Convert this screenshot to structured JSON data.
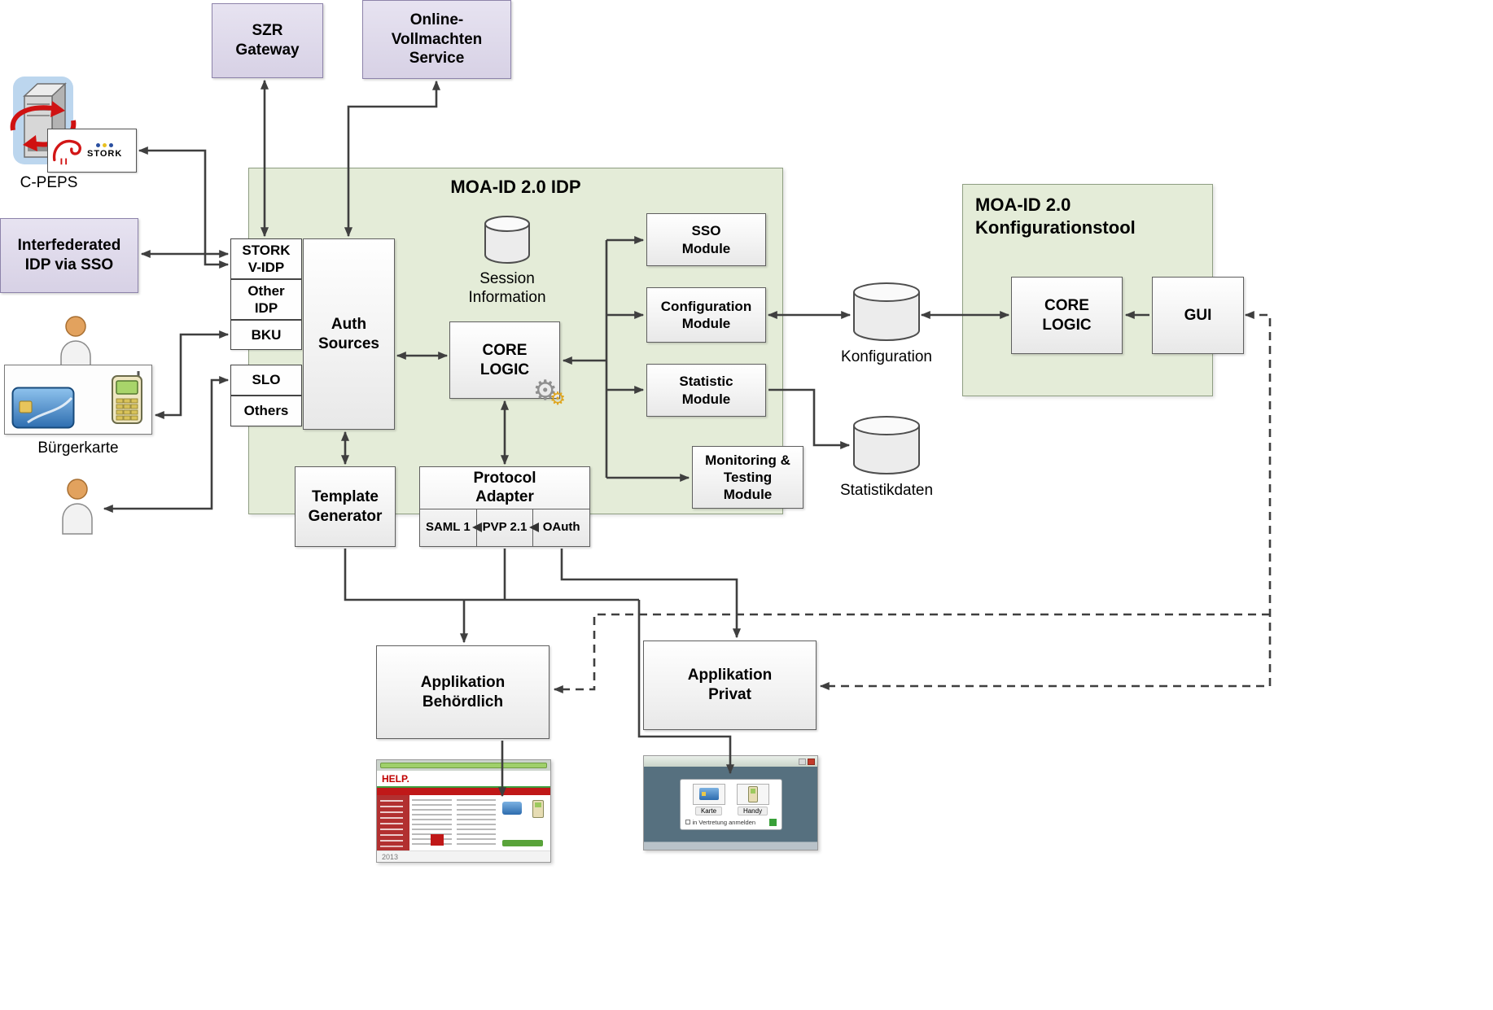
{
  "colors": {
    "panel_green": "#e4ecd8",
    "node_purple": "#dcd6e8",
    "arrow": "#3f3f3f",
    "accent_red": "#cc1111",
    "help_red": "#c00000"
  },
  "external": {
    "szr_gateway": "SZR Gateway",
    "online_vollmachten": "Online-Vollmachten Service",
    "c_peps": {
      "caption": "C-PEPS",
      "stork_label": "STORK"
    },
    "interfederated": "Interfederated IDP via SSO",
    "buergerkarte": "Bürgerkarte"
  },
  "idp": {
    "title": "MOA-ID 2.0 IDP",
    "stork_vidp": "STORK V-IDP",
    "other_idp": "Other IDP",
    "bku": "BKU",
    "slo": "SLO",
    "others": "Others",
    "auth_sources": "Auth Sources",
    "session_information": "Session Information",
    "core_logic": "CORE LOGIC",
    "sso_module": "SSO Module",
    "configuration_module": "Configuration Module",
    "statistic_module": "Statistic Module",
    "monitoring_module": "Monitoring & Testing Module",
    "template_generator": "Template Generator",
    "protocol_adapter": "Protocol Adapter",
    "saml1": "SAML 1",
    "pvp21": "PVP 2.1",
    "oauth": "OAuth"
  },
  "datastores": {
    "konfiguration": "Konfiguration",
    "statistikdaten": "Statistikdaten"
  },
  "konfigtool": {
    "title": "MOA-ID 2.0 Konfigurationstool",
    "core_logic": "CORE LOGIC",
    "gui": "GUI"
  },
  "applications": {
    "behoerdlich": "Applikation Behördlich",
    "privat": "Applikation Privat"
  },
  "screenshots": {
    "help": {
      "logo": "HELP.",
      "year": "2013"
    },
    "login": {
      "karte": "Karte",
      "handy": "Handy",
      "checkbox": "in Vertretung anmelden"
    }
  },
  "icons": {
    "gear_glyph": "⚙"
  }
}
